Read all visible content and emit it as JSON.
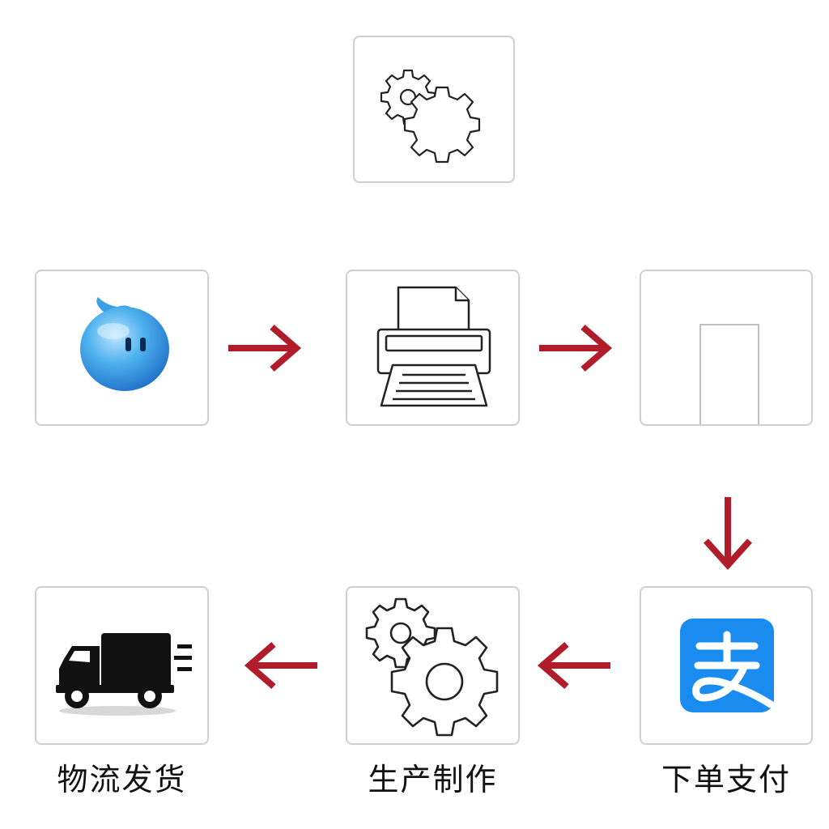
{
  "colors": {
    "arrow": "#b01c2a",
    "box_border": "#cfcfcf",
    "alipay_blue": "#1a8cf0",
    "qq_blue": "#3aa3e6",
    "truck": "#111111"
  },
  "steps": [
    {
      "id": "consult",
      "icon": "chat-bubble-icon",
      "label": ""
    },
    {
      "id": "design",
      "icon": "printer-icon",
      "label": ""
    },
    {
      "id": "confirm",
      "icon": "door-icon",
      "label": ""
    },
    {
      "id": "pay",
      "icon": "alipay-icon",
      "label": "下单支付"
    },
    {
      "id": "produce",
      "icon": "gears-icon",
      "label": "生产制作"
    },
    {
      "id": "ship",
      "icon": "truck-icon",
      "label": "物流发货"
    }
  ],
  "extra": {
    "icon": "gears-icon"
  },
  "alipay_glyph": "支"
}
